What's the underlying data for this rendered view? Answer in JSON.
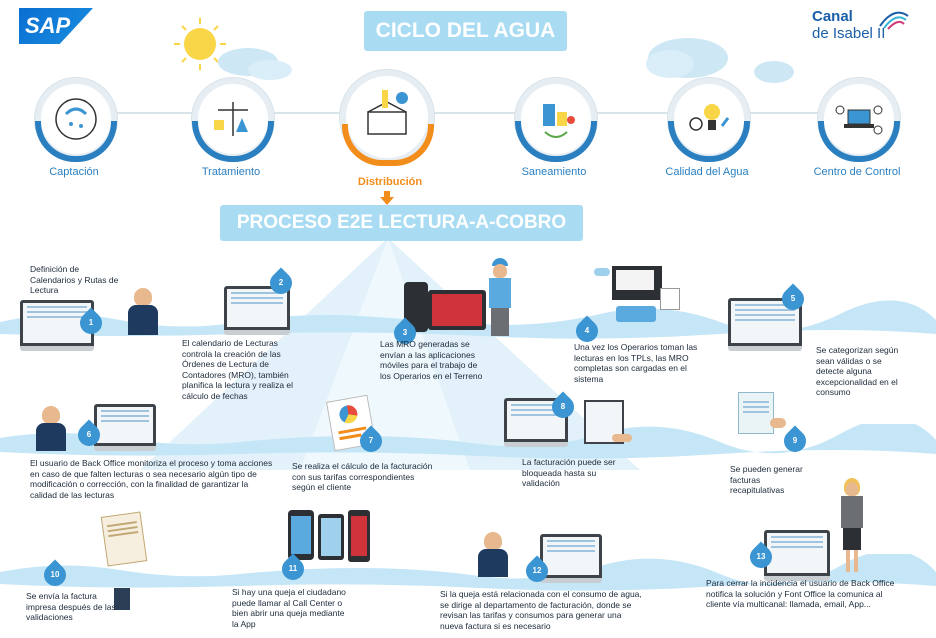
{
  "logos": {
    "sap": "SAP",
    "canal_line1": "Canal",
    "canal_line2": "de Isabel II"
  },
  "cycle_title": "CICLO DEL AGUA",
  "stages": [
    {
      "label": "Captación",
      "icon": "water-capture-icon"
    },
    {
      "label": "Tratamiento",
      "icon": "treatment-icon"
    },
    {
      "label": "Distribución",
      "icon": "distribution-icon",
      "highlighted": true
    },
    {
      "label": "Saneamiento",
      "icon": "sanitation-icon"
    },
    {
      "label": "Calidad del Agua",
      "icon": "water-quality-icon"
    },
    {
      "label": "Centro de Control",
      "icon": "control-center-icon"
    }
  ],
  "process_title": "PROCESO E2E LECTURA-A-COBRO",
  "steps": [
    {
      "n": "1",
      "text": "Definición de Calendarios y Rutas de Lectura"
    },
    {
      "n": "2",
      "text": "El calendario de Lecturas controla la creación de las Órdenes de Lectura de Contadores (MRO), también planifica la lectura y realiza el cálculo de fechas"
    },
    {
      "n": "3",
      "text": "Las MRO generadas se envían a las aplicaciones móviles para el trabajo de los Operarios en el Terreno"
    },
    {
      "n": "4",
      "text": "Una vez los Operarios toman las lecturas en los TPLs, las MRO completas son cargadas en el sistema"
    },
    {
      "n": "5",
      "text": "Se categorizan según sean válidas o se detecte alguna excepcionalidad en el consumo"
    },
    {
      "n": "6",
      "text": "El usuario de Back Office monitoriza el proceso y toma acciones en caso de que falten lecturas o sea necesario algún tipo de modificación o corrección, con la finalidad de garantizar la calidad de las lecturas"
    },
    {
      "n": "7",
      "text": "Se realiza el cálculo de la facturación con sus tarifas correspondientes según el cliente"
    },
    {
      "n": "8",
      "text": "La facturación puede ser bloqueada hasta su validación"
    },
    {
      "n": "9",
      "text": "Se pueden generar facturas recapitulativas"
    },
    {
      "n": "10",
      "text": "Se envía la factura impresa después de las validaciones"
    },
    {
      "n": "11",
      "text": "Si hay una queja el ciudadano puede llamar al Call Center o bien abrir una queja mediante la App"
    },
    {
      "n": "12",
      "text": "Si la queja está relacionada con el consumo de agua, se dirige al departamento de facturación, donde se revisan las tarifas y consumos para generar una nueva factura si es necesario"
    },
    {
      "n": "13",
      "text": "Para cerrar la incidencia el usuario de Back Office notifica la solución y Font Office la comunica al cliente vía multicanal: llamada, email, App..."
    }
  ],
  "colors": {
    "accent": "#2a7fc0",
    "highlight": "#f28c1b",
    "title_bg": "#a9dcf3",
    "wave": "#c4e6f6",
    "drop": "#3b95d2"
  }
}
